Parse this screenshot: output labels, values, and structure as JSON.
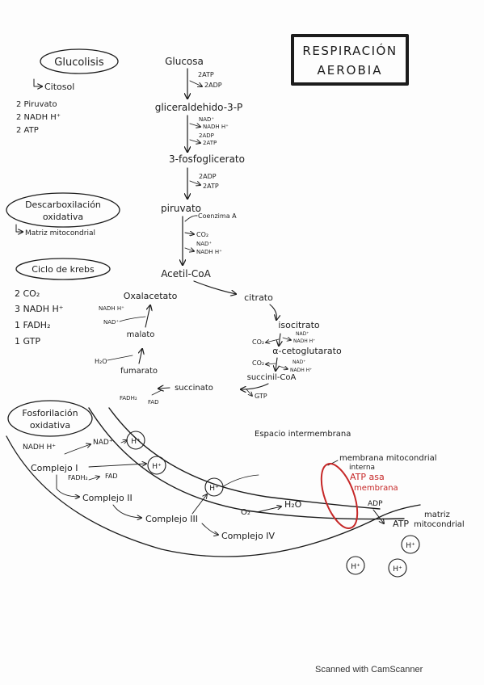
{
  "title": {
    "line1": "RESPIRACIÓN",
    "line2": "AEROBIA"
  },
  "glucolisis": {
    "heading": "Glucolisis",
    "location": "Citosol",
    "products": [
      "2 Piruvato",
      "2 NADH H⁺",
      "2 ATP"
    ],
    "pathway": {
      "glucosa": "Glucosa",
      "atp_in": "2ATP",
      "adp_out": "2ADP",
      "g3p": "gliceraldehido-3-P",
      "nad": "NAD⁺",
      "nadh": "NADH H⁺",
      "adp2": "2ADP",
      "atp2": "2ATP",
      "bpg": "3-fosfoglicerato",
      "adp3": "2ADP",
      "atp3": "2ATP",
      "piruvato": "piruvato"
    }
  },
  "descarboxilacion": {
    "heading_line1": "Descarboxilación",
    "heading_line2": "oxidativa",
    "location": "Matriz mitocondrial",
    "pathway": {
      "coenzima": "Coenzima A",
      "co2": "CO₂",
      "nad": "NAD⁺",
      "nadh": "NADH H⁺",
      "acetil": "Acetil-CoA"
    }
  },
  "krebs": {
    "heading": "Ciclo de krebs",
    "products": [
      "2 CO₂",
      "3 NADH H⁺",
      "1 FADH₂",
      "1 GTP"
    ],
    "cycle": {
      "oxalacetato": "Oxalacetato",
      "citrato": "citrato",
      "isocitrato": "isocitrato",
      "nad1": "NAD⁺",
      "nadh1": "NADH H⁺",
      "co2_1": "CO₂",
      "cetoglutarato": "α-cetoglutarato",
      "co2_2": "CO₂",
      "nad2": "NAD⁺",
      "nadh2": "NADH H⁺",
      "succinil": "succinil-CoA",
      "gtp": "GTP",
      "succinato": "succinato",
      "fadh2": "FADH₂",
      "fad": "FAD",
      "fumarato": "fumarato",
      "h2o": "H₂O",
      "malato": "malato",
      "nadh3": "NADH H⁺",
      "nad3": "NAD⁺"
    }
  },
  "fosforilacion": {
    "heading_line1": "Fosforilación",
    "heading_line2": "oxidativa",
    "espacio": "Espacio intermembrana",
    "membrana_interna_line1": "membrana mitocondrial",
    "membrana_interna_line2": "interna",
    "atp_asa_line1": "ATP asa",
    "atp_asa_line2": "membrana",
    "matriz_line1": "matriz",
    "matriz_line2": "mitocondrial",
    "nadh": "NADH H⁺",
    "nad": "NAD⁺",
    "complejo1": "Complejo I",
    "fadh2": "FADH₂",
    "fad": "FAD",
    "complejo2": "Complejo II",
    "complejo3": "Complejo III",
    "complejo4": "Complejo IV",
    "o2": "O₂",
    "h2o": "H₂O",
    "adp": "ADP",
    "atp": "ATP",
    "proton": "H⁺"
  },
  "footer": "Scanned with CamScanner",
  "colors": {
    "ink": "#1c1c1c",
    "accent": "#c62828"
  }
}
